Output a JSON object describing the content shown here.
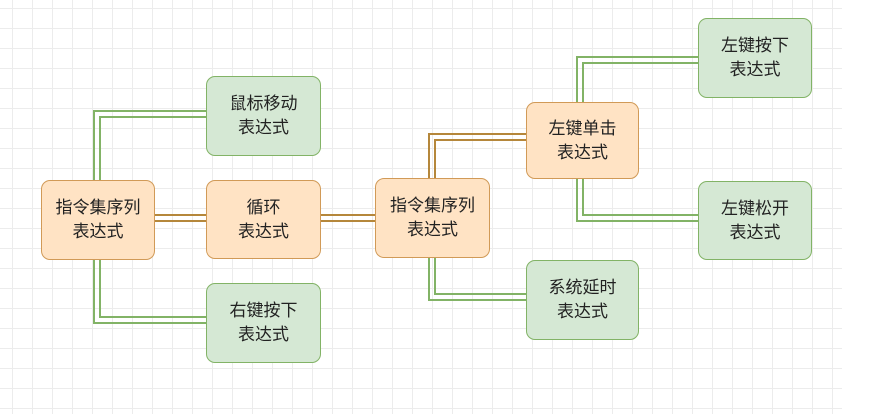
{
  "nodes": {
    "seq_left": {
      "line1": "指令集序列",
      "line2": "表达式"
    },
    "loop": {
      "line1": "循环",
      "line2": "表达式"
    },
    "mouse_move": {
      "line1": "鼠标移动",
      "line2": "表达式"
    },
    "right_down": {
      "line1": "右键按下",
      "line2": "表达式"
    },
    "seq_mid": {
      "line1": "指令集序列",
      "line2": "表达式"
    },
    "left_click": {
      "line1": "左键单击",
      "line2": "表达式"
    },
    "sys_delay": {
      "line1": "系统延时",
      "line2": "表达式"
    },
    "left_down": {
      "line1": "左键按下",
      "line2": "表达式"
    },
    "left_up": {
      "line1": "左键松开",
      "line2": "表达式"
    }
  },
  "colors": {
    "orange_fill": "#ffe3c4",
    "orange_border": "#d19a57",
    "green_fill": "#d5e8d4",
    "green_border": "#82b366",
    "orange_link": "#b5873b",
    "green_link": "#82b366"
  }
}
